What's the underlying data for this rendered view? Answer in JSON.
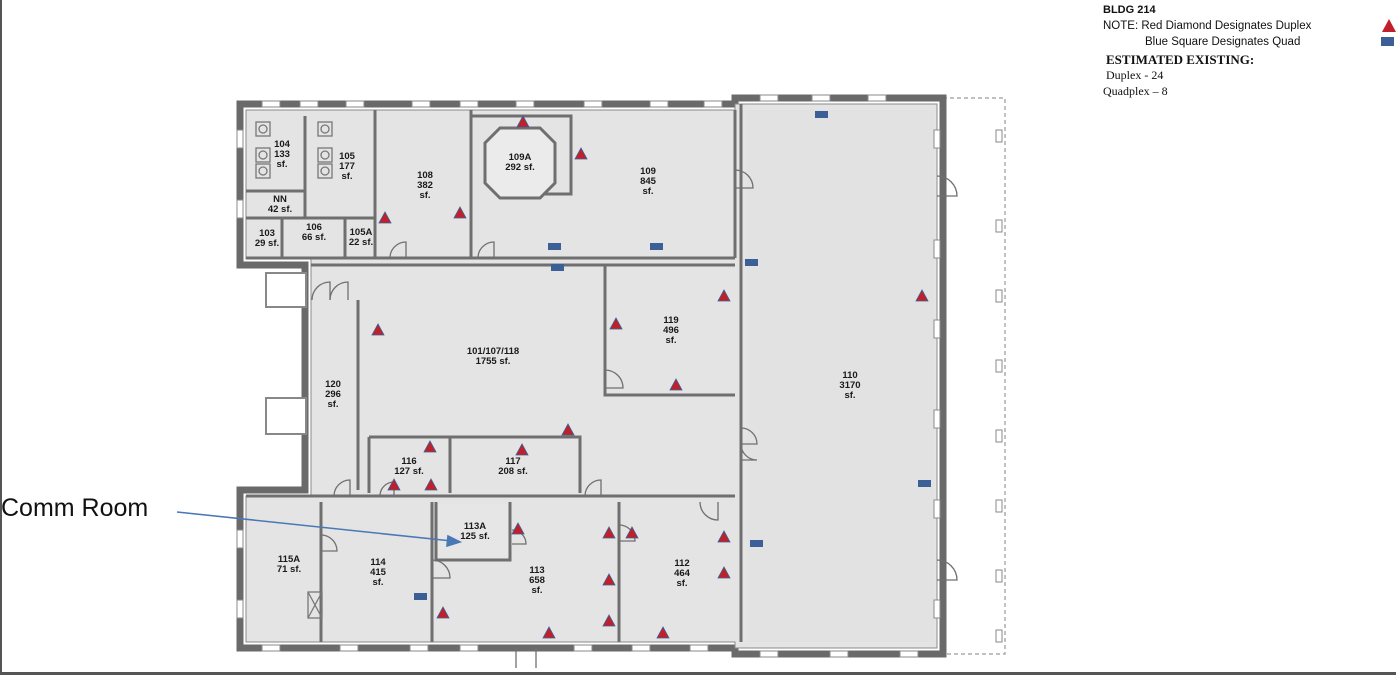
{
  "legend": {
    "building": "BLDG 214",
    "note_line1": "NOTE:  Red Diamond Designates Duplex",
    "note_line2": "Blue Square Designates Quad",
    "estimated_title": "ESTIMATED EXISTING:",
    "duplex_line": "Duplex  - 24",
    "quad_line": "Quadplex  – 8",
    "duplex_marker_color": "#c0202a",
    "quad_marker_color": "#3b5f96"
  },
  "callout": {
    "label": "Comm Room"
  },
  "rooms": [
    {
      "id": "r104",
      "lines": [
        "104",
        "133",
        "sf."
      ]
    },
    {
      "id": "r105",
      "lines": [
        "105",
        "177",
        "sf."
      ]
    },
    {
      "id": "rNN",
      "lines": [
        "NN",
        "42 sf."
      ]
    },
    {
      "id": "r103",
      "lines": [
        "103",
        "29 sf."
      ]
    },
    {
      "id": "r106",
      "lines": [
        "106",
        "66 sf."
      ]
    },
    {
      "id": "r105A",
      "lines": [
        "105A",
        "22 sf."
      ]
    },
    {
      "id": "r108",
      "lines": [
        "108",
        "382",
        "sf."
      ]
    },
    {
      "id": "r109A",
      "lines": [
        "109A",
        "292 sf."
      ]
    },
    {
      "id": "r109",
      "lines": [
        "109",
        "845",
        "sf."
      ]
    },
    {
      "id": "r119",
      "lines": [
        "119",
        "496",
        "sf."
      ]
    },
    {
      "id": "r101",
      "lines": [
        "101/107/118",
        "1755 sf."
      ]
    },
    {
      "id": "r120",
      "lines": [
        "120",
        "296",
        "sf."
      ]
    },
    {
      "id": "r116",
      "lines": [
        "116",
        "127 sf."
      ]
    },
    {
      "id": "r117",
      "lines": [
        "117",
        "208 sf."
      ]
    },
    {
      "id": "r110",
      "lines": [
        "110",
        "3170",
        "sf."
      ]
    },
    {
      "id": "r113A",
      "lines": [
        "113A",
        "125 sf."
      ]
    },
    {
      "id": "r115A",
      "lines": [
        "115A",
        "71 sf."
      ]
    },
    {
      "id": "r114",
      "lines": [
        "114",
        "415",
        "sf."
      ]
    },
    {
      "id": "r113",
      "lines": [
        "113",
        "658",
        "sf."
      ]
    },
    {
      "id": "r112",
      "lines": [
        "112",
        "464",
        "sf."
      ]
    }
  ]
}
